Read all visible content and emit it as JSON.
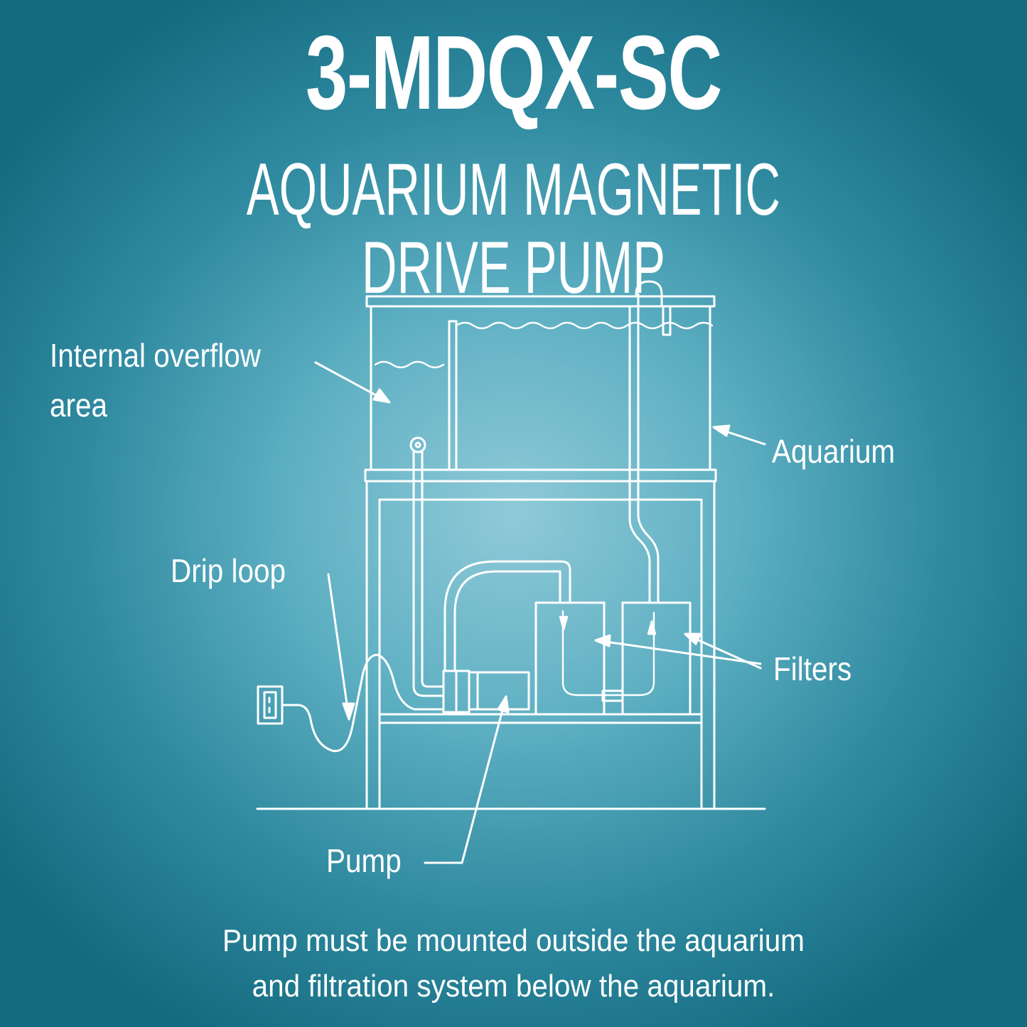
{
  "header": {
    "model": "3-MDQX-SC",
    "product": "AQUARIUM MAGNETIC DRIVE PUMP"
  },
  "labels": {
    "overflow": "Internal overflow area",
    "aquarium": "Aquarium",
    "drip_loop": "Drip loop",
    "filters": "Filters",
    "pump": "Pump"
  },
  "caption": {
    "line1": "Pump must be mounted outside the aquarium",
    "line2": "and filtration system below the aquarium."
  },
  "colors": {
    "background_center": "#8fcad8",
    "background_edge": "#146b80",
    "lines": "#ffffff"
  }
}
